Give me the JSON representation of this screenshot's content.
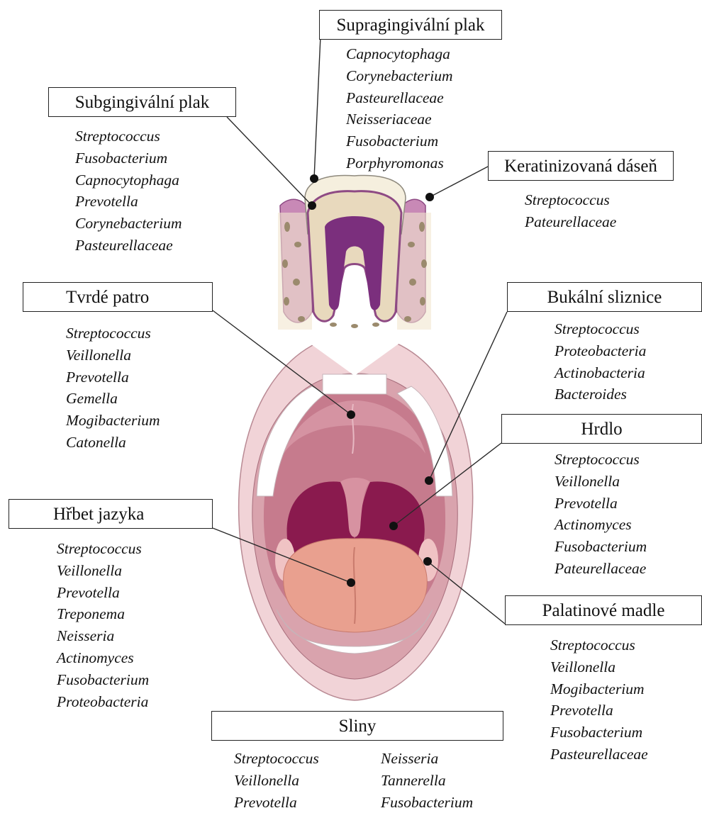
{
  "colors": {
    "line": "#2a2a2a",
    "enamel": "#f3ecd9",
    "dentin": "#e9dcc0",
    "pulp": "#7b2f7d",
    "gum": "#c889b6",
    "lips": "#f3d6d9",
    "palate": "#c87a8c",
    "throat": "#8b1a4e",
    "tongue": "#e9a08f"
  },
  "regions": {
    "supragingival": {
      "title": "Supragingivální plak",
      "taxa": [
        "Capnocytophaga",
        "Corynebacterium",
        "Pasteurellaceae",
        "Neisseriaceae",
        "Fusobacterium",
        "Porphyromonas"
      ]
    },
    "subgingival": {
      "title": "Subgingivální plak",
      "taxa": [
        "Streptococcus",
        "Fusobacterium",
        "Capnocytophaga",
        "Prevotella",
        "Corynebacterium",
        "Pasteurellaceae"
      ]
    },
    "keratinized_gingiva": {
      "title": "Keratinizovaná dáseň",
      "taxa": [
        "Streptococcus",
        "Pateurellaceae"
      ]
    },
    "hard_palate": {
      "title": "Tvrdé patro",
      "taxa": [
        "Streptococcus",
        "Veillonella",
        "Prevotella",
        "Gemella",
        "Mogibacterium",
        "Catonella"
      ]
    },
    "buccal_mucosa": {
      "title": "Bukální sliznice",
      "taxa": [
        "Streptococcus",
        "Proteobacteria",
        "Actinobacteria",
        "Bacteroides"
      ]
    },
    "throat": {
      "title": "Hrdlo",
      "taxa": [
        "Streptococcus",
        "Veillonella",
        "Prevotella",
        "Actinomyces",
        "Fusobacterium",
        "Pateurellaceae"
      ]
    },
    "tongue_dorsum": {
      "title": "Hřbet jazyka",
      "taxa": [
        "Streptococcus",
        "Veillonella",
        "Prevotella",
        "Treponema",
        "Neisseria",
        "Actinomyces",
        "Fusobacterium",
        "Proteobacteria"
      ]
    },
    "palatine_tonsils": {
      "title": "Palatinové madle",
      "taxa": [
        "Streptococcus",
        "Veillonella",
        "Mogibacterium",
        "Prevotella",
        "Fusobacterium",
        "Pasteurellaceae"
      ]
    },
    "saliva": {
      "title": "Sliny",
      "taxa_left": [
        "Streptococcus",
        "Veillonella",
        "Prevotella"
      ],
      "taxa_right": [
        "Neisseria",
        "Tannerella",
        "Fusobacterium"
      ]
    }
  }
}
